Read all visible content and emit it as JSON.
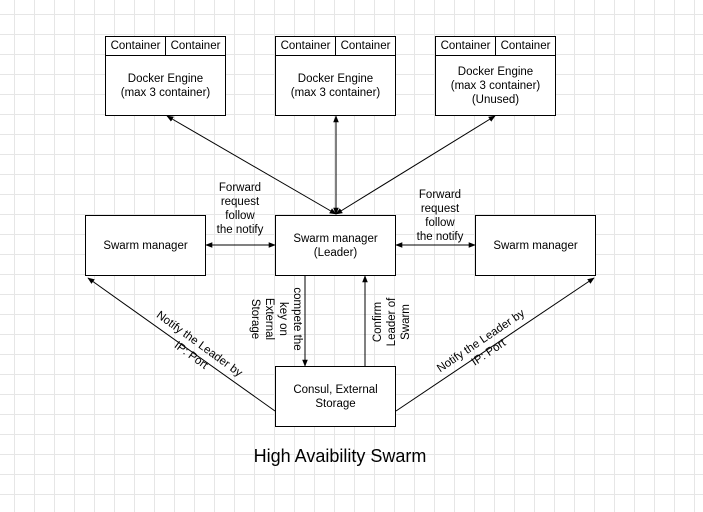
{
  "engines": [
    {
      "cells": [
        "Container",
        "Container"
      ],
      "label": "Docker Engine\n(max 3 container)"
    },
    {
      "cells": [
        "Container",
        "Container"
      ],
      "label": "Docker Engine\n(max 3 container)"
    },
    {
      "cells": [
        "Container",
        "Container"
      ],
      "label": "Docker Engine\n(max 3 container)\n(Unused)"
    }
  ],
  "managers": {
    "left": "Swarm manager",
    "leader": "Swarm manager\n(Leader)",
    "right": "Swarm manager"
  },
  "storage": "Consul, External\nStorage",
  "edge_labels": {
    "forward_left": "Forward\nrequest\nfollow\nthe notify",
    "forward_right": "Forward\nrequest\nfollow\nthe notify",
    "compete": "compete the\nkey on\nExternal\nStorage",
    "confirm": "Confirm\nLeader of\nSwarm",
    "notify_left": "Notify the Leader by\nIP: Port",
    "notify_right": "Notify the Leader by\nIP: Port"
  },
  "title": "High Avaibility Swarm"
}
